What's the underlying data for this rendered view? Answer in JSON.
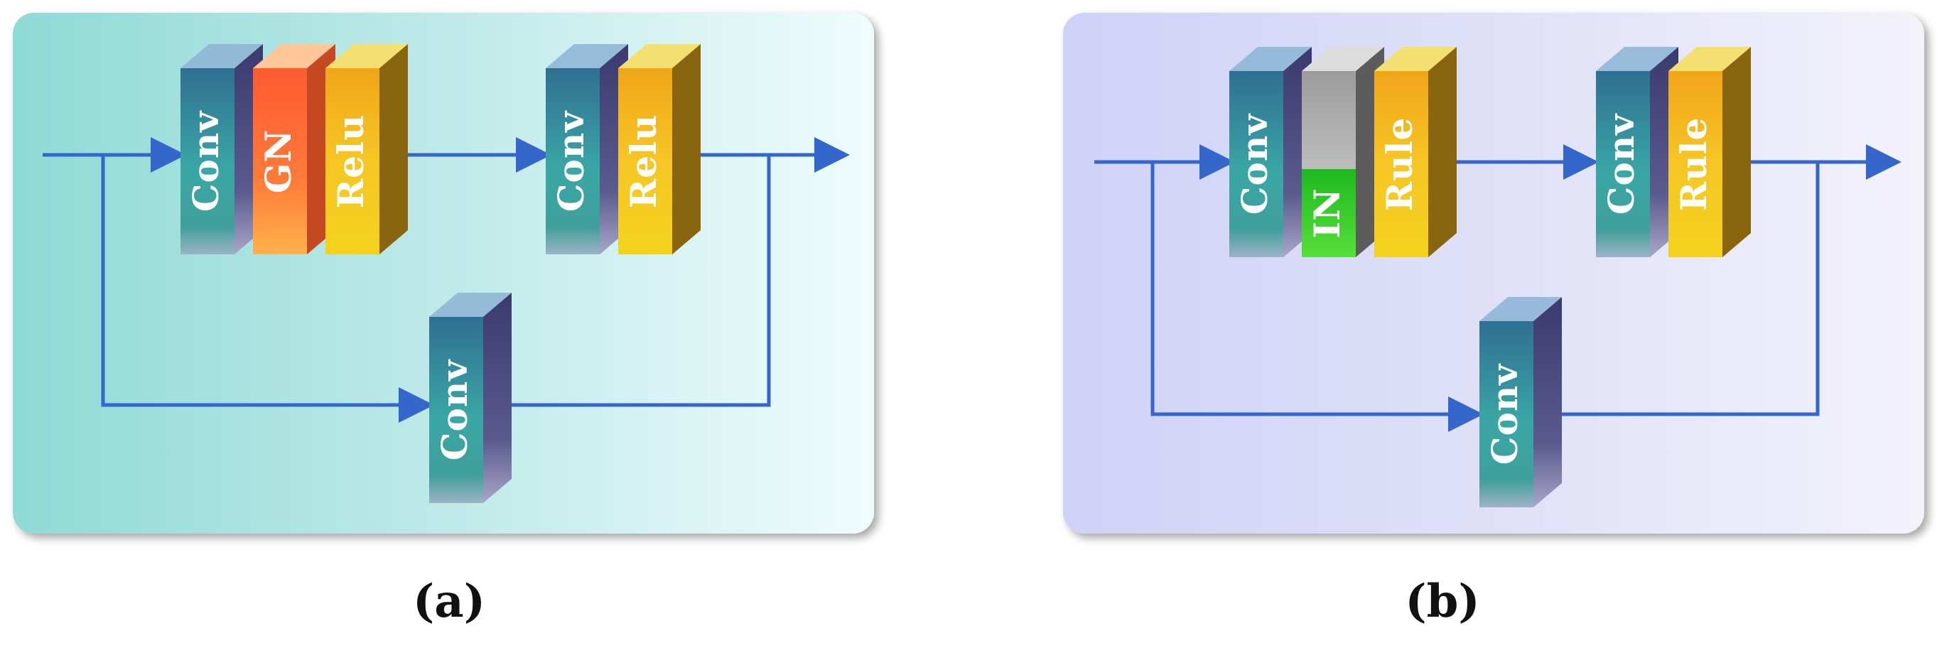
{
  "colors": {
    "arrow": "#3566cc",
    "conv": "teal-blue gradient",
    "gn": "orange-red gradient",
    "relu": "yellow-amber gradient",
    "in_top": "gray",
    "in_bottom": "green"
  },
  "panel_a": {
    "caption": "(a)",
    "block1": {
      "conv": "Conv",
      "norm": "GN",
      "act": "Relu"
    },
    "block2": {
      "conv": "Conv",
      "act": "Relu"
    },
    "shortcut": {
      "conv": "Conv"
    }
  },
  "panel_b": {
    "caption": "(b)",
    "block1": {
      "conv": "Conv",
      "norm": "IN",
      "act": "Rule"
    },
    "block2": {
      "conv": "Conv",
      "act": "Rule"
    },
    "shortcut": {
      "conv": "Conv"
    }
  }
}
